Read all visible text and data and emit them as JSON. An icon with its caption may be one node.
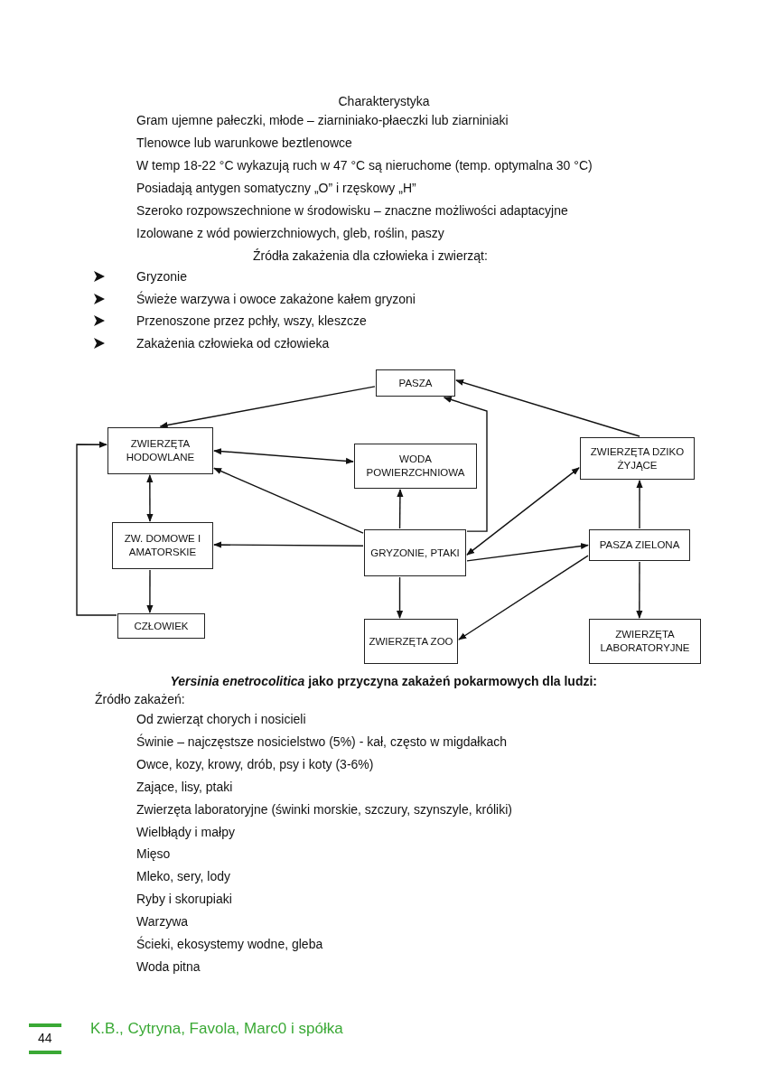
{
  "diagram": {
    "nodes": [
      {
        "text": [
          "PASZA"
        ]
      },
      {
        "text": [
          "ZWIERZĘTA HODOWLANE"
        ]
      },
      {
        "text": [
          "WODA POWIERZCHNIOWA"
        ]
      },
      {
        "text": [
          "ZWIERZĘTA DZIKO ŻYJĄCE"
        ]
      },
      {
        "text": [
          "ZW. DOMOWE I AMATORSKIE"
        ]
      },
      {
        "text": [
          "GRYZONIE, PTAKI"
        ]
      },
      {
        "text": [
          "PASZA ZIELONA"
        ]
      },
      {
        "text": [
          "CZŁOWIEK"
        ]
      },
      {
        "text": [
          "ZWIERZĘTA ZOO"
        ]
      },
      {
        "text": [
          "ZWIERZĘTA LABORATORYJNE"
        ]
      }
    ],
    "edges": [
      {
        "from": 0,
        "to": 1,
        "arrow": "to"
      },
      {
        "from": 1,
        "to": 2,
        "arrow": "both"
      },
      {
        "from": 5,
        "to": 1,
        "arrow": "to"
      },
      {
        "from": 1,
        "to": 4,
        "arrow": "both"
      },
      {
        "from": 5,
        "to": 4,
        "arrow": "to"
      },
      {
        "from": 4,
        "to": 7,
        "arrow": "to"
      },
      {
        "from": 7,
        "to": 1,
        "arrow": "to"
      },
      {
        "from": 5,
        "to": 2,
        "arrow": "to"
      },
      {
        "from": 5,
        "to": 0,
        "arrow": "to"
      },
      {
        "from": 3,
        "to": 0,
        "arrow": "to"
      },
      {
        "from": 5,
        "to": 3,
        "arrow": "both"
      },
      {
        "from": 5,
        "to": 6,
        "arrow": "to"
      },
      {
        "from": 6,
        "to": 3,
        "arrow": "to"
      },
      {
        "from": 6,
        "to": 9,
        "arrow": "to"
      },
      {
        "from": 5,
        "to": 8,
        "arrow": "to"
      },
      {
        "from": 6,
        "to": 8,
        "arrow": "to"
      }
    ],
    "labels": [
      "Charakterystyka",
      "Gram ujemne pałeczki, młode – ziarniniako-płaeczki lub ziarniniaki",
      "Tlenowce lub warunkowe beztlenowce",
      "W temp 18-22 °C wykazują ruch w 47 °C są nieruchome (temp. optymalna 30 °C)",
      "Posiadają antygen somatyczny „O” i rzęskowy „H”",
      "Szeroko rozpowszechnione w środowisku – znaczne możliwości adaptacyjne",
      "Izolowane z wód powierzchniowych, gleb, roślin, paszy",
      "Źródła zakażenia dla człowieka i zwierząt:",
      "Gryzonie",
      "Świeże warzywa i owoce zakażone kałem gryzoni",
      "Przenoszone przez pchły, wszy, kleszcze",
      "Zakażenia człowieka od człowieka",
      "*Yersinia enetrocolitica* jako przyczyna zakażeń pokarmowych dla ludzi:",
      "Źródło zakażeń:",
      "Od zwierząt chorych i nosicieli",
      "Świnie – najczęstsze nosicielstwo (5%) -  kał, często w migdałkach",
      "Owce, kozy, krowy, drób, psy i koty (3-6%)",
      "Zające, lisy, ptaki",
      "Zwierzęta laboratoryjne (świnki morskie, szczury, szynszyle, króliki)",
      "Wielbłądy i małpy",
      "Mięso",
      "Mleko, sery, lody",
      "Ryby i skorupiaki",
      "Warzywa",
      "Ścieki, ekosystemy wodne, gleba",
      "Woda pitna",
      "44",
      "K.B., Cytryna, Favola, Marc0 i spółka"
    ]
  }
}
